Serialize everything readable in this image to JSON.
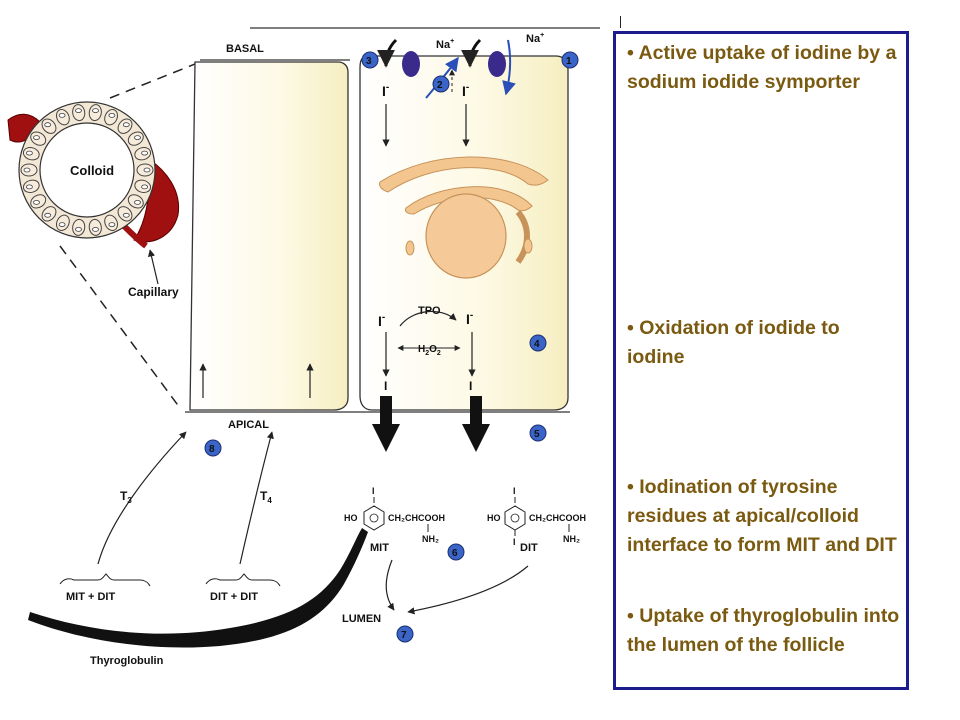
{
  "diagram": {
    "labels": {
      "basal": "BASAL",
      "apical": "APICAL",
      "colloid": "Colloid",
      "capillary": "Capillary",
      "na_1": "Na",
      "na_2": "Na",
      "na_sup": "+",
      "iodide_1": "I",
      "iodide_2": "I",
      "iodide_3": "I",
      "iodide_4": "I",
      "iodide_sup": "-",
      "iodine_1": "I",
      "iodine_2": "I",
      "tpo": "TPO",
      "h2o2_h": "H",
      "h2o2_2a": "2",
      "h2o2_o": "O",
      "h2o2_2b": "2",
      "lumen": "LUMEN",
      "mit": "MIT",
      "dit": "DIT",
      "t3_t": "T",
      "t3_sub": "3",
      "t4_t": "T",
      "t4_sub": "4",
      "mit_dit": "MIT + DIT",
      "dit_dit": "DIT + DIT",
      "thyroglobulin": "Thyroglobulin",
      "mit_i": "I",
      "mit_ho": "HO",
      "mit_ch2": "CH₂CHCOOH",
      "mit_nh2": "NH₂",
      "dit_i_top": "I",
      "dit_i_bottom": "I",
      "dit_ho": "HO",
      "dit_ch2": "CH₂CHCOOH",
      "dit_nh2": "NH₂"
    },
    "steps": [
      "1",
      "2",
      "3",
      "4",
      "5",
      "6",
      "7",
      "8"
    ],
    "colors": {
      "step_circle": "#3a64c8",
      "transporter": "#3a2a8c",
      "cell_fill": "#fbf6dc",
      "capillary": "#a01010",
      "golgi": "#f3c690",
      "panel_border": "#1c1c8c",
      "bullet_text": "#7a5a10"
    }
  },
  "panel": {
    "bullets": [
      "• Active uptake of iodine by a sodium iodide symporter",
      "• Oxidation of iodide to iodine",
      "• Iodination of tyrosine residues at apical/colloid interface to form MIT and DIT",
      "• Uptake of thyroglobulin into the lumen of the follicle"
    ]
  }
}
